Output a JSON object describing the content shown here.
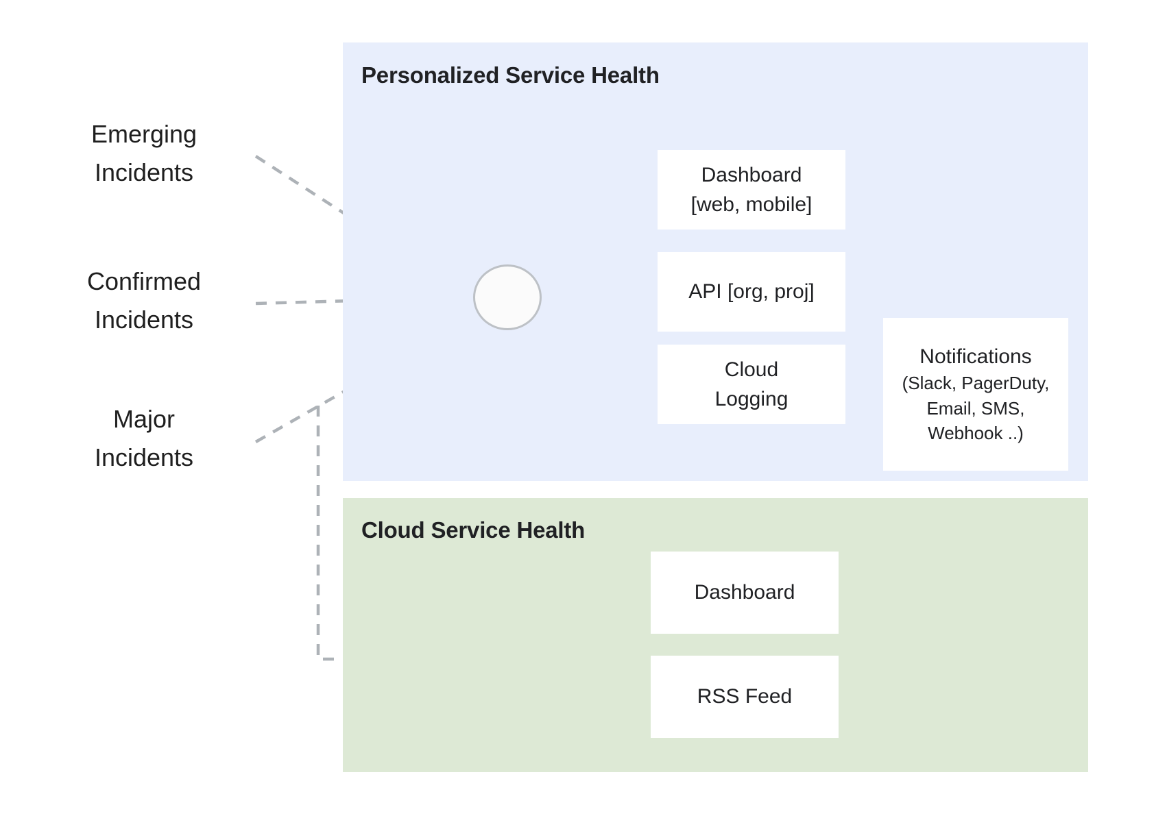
{
  "diagram": {
    "title_hidden": "Google Cloud Personalized Service Health architecture",
    "sources": [
      {
        "id": "emerging",
        "label_line1": "Emerging",
        "label_line2": "Incidents"
      },
      {
        "id": "confirmed",
        "label_line1": "Confirmed",
        "label_line2": "Incidents"
      },
      {
        "id": "major",
        "label_line1": "Major",
        "label_line2": "Incidents"
      }
    ],
    "panels": [
      {
        "id": "personalized-service-health",
        "title": "Personalized Service Health",
        "color": "#e8eefc",
        "nodes": [
          {
            "id": "psh-dashboard",
            "line1": "Dashboard",
            "line2": "[web, mobile]"
          },
          {
            "id": "psh-api",
            "line1": "API [org, proj]",
            "line2": ""
          },
          {
            "id": "psh-cloud-logging",
            "line1": "Cloud",
            "line2": "Logging"
          }
        ],
        "notifications": {
          "id": "notifications",
          "title": "Notifications",
          "sub_line1": "(Slack, PagerDuty,",
          "sub_line2": "Email, SMS,",
          "sub_line3": "Webhook ..)"
        }
      },
      {
        "id": "cloud-service-health",
        "title": "Cloud Service Health",
        "color": "#dde9d5",
        "nodes": [
          {
            "id": "csh-dashboard",
            "line1": "Dashboard",
            "line2": ""
          },
          {
            "id": "csh-rss-feed",
            "line1": "RSS Feed",
            "line2": ""
          }
        ]
      }
    ],
    "hub": {
      "id": "routing-hub",
      "fill": "#fbfbfb",
      "stroke": "#bdc1c6"
    },
    "colors": {
      "panel_blue": "#e8eefc",
      "panel_green": "#dde9d5",
      "box_white": "#ffffff",
      "text_dark": "#202124",
      "arrow_dark": "#5f6368",
      "arrow_light": "#bdc1c6",
      "dashed": "#9aa0a6"
    }
  }
}
